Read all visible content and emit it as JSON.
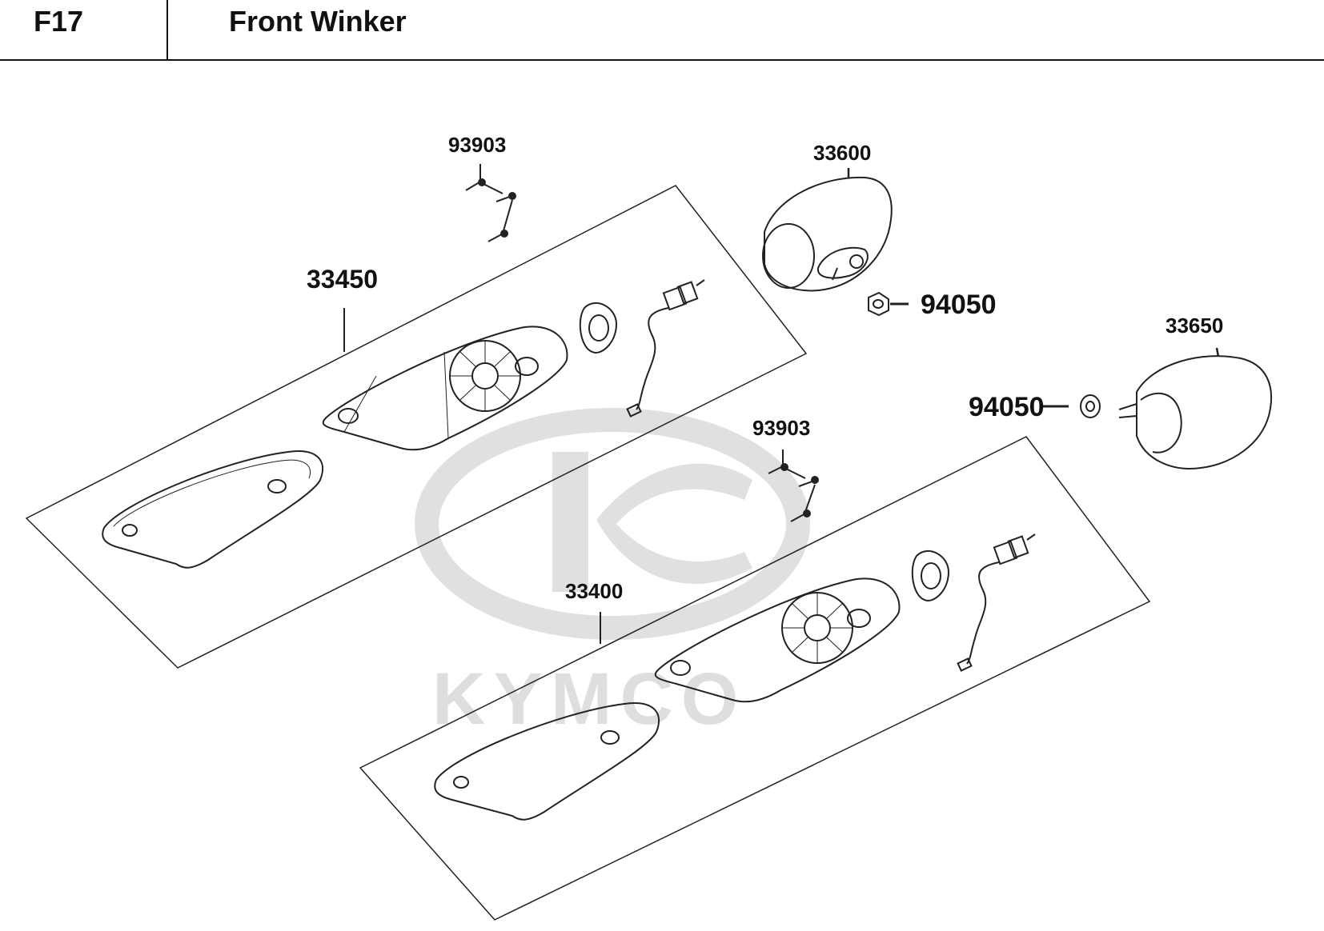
{
  "header": {
    "section_code": "F17",
    "section_title": "Front Winker"
  },
  "watermark": {
    "brand_text": "KYMCO",
    "color": "#e0e0e0"
  },
  "diagram": {
    "labels": {
      "screw_upper": "93903",
      "rear_winker_right": "33600",
      "front_winker_assy_right": "33450",
      "nut_upper": "94050",
      "rear_winker_left": "33650",
      "nut_lower": "94050",
      "screw_lower": "93903",
      "front_winker_assy_left": "33400"
    }
  }
}
